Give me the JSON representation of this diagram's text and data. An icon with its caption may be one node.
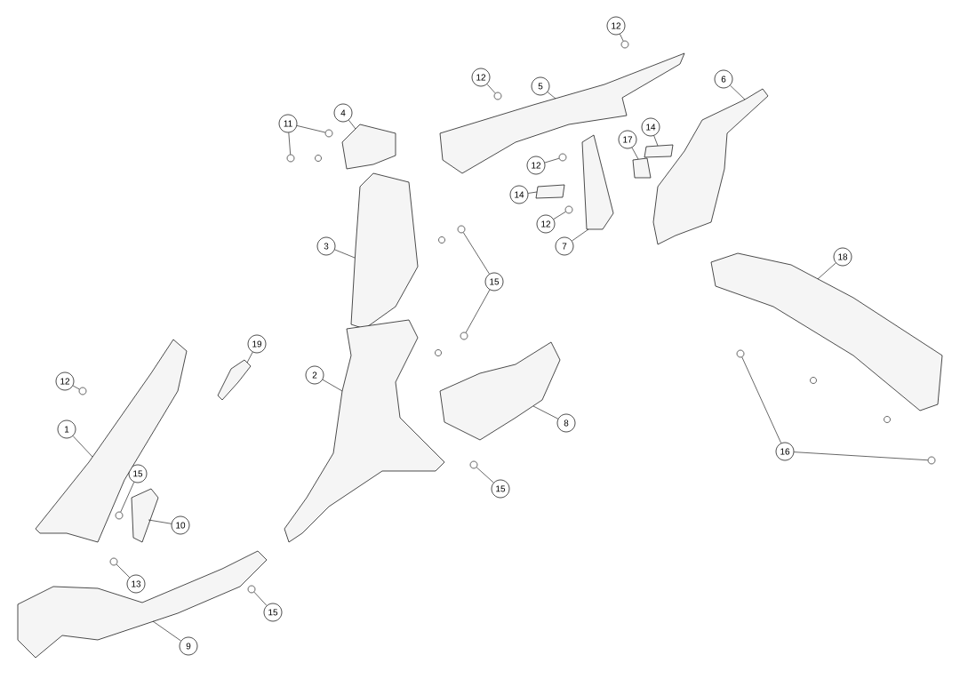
{
  "diagram": {
    "nodes": [
      {
        "text": [
          "12"
        ]
      },
      {
        "text": [
          "5"
        ]
      },
      {
        "text": [
          "12"
        ]
      },
      {
        "text": [
          "6"
        ]
      },
      {
        "text": [
          "4"
        ]
      },
      {
        "text": [
          "11"
        ]
      },
      {
        "text": [
          "14"
        ]
      },
      {
        "text": [
          "17"
        ]
      },
      {
        "text": [
          "12"
        ]
      },
      {
        "text": [
          "14"
        ]
      },
      {
        "text": [
          "12"
        ]
      },
      {
        "text": [
          "7"
        ]
      },
      {
        "text": [
          "3"
        ]
      },
      {
        "text": [
          "15"
        ]
      },
      {
        "text": [
          "18"
        ]
      },
      {
        "text": [
          "19"
        ]
      },
      {
        "text": [
          "12"
        ]
      },
      {
        "text": [
          "2"
        ]
      },
      {
        "text": [
          "8"
        ]
      },
      {
        "text": [
          "1"
        ]
      },
      {
        "text": [
          "16"
        ]
      },
      {
        "text": [
          "15"
        ]
      },
      {
        "text": [
          "15"
        ]
      },
      {
        "text": [
          "10"
        ]
      },
      {
        "text": [
          "13"
        ]
      },
      {
        "text": [
          "15"
        ]
      },
      {
        "text": [
          "9"
        ]
      },
      {
        "text": [],
        "shape": "circle"
      },
      {
        "text": [],
        "shape": "picture"
      },
      {
        "text": [],
        "shape": "circle"
      },
      {
        "text": [],
        "shape": "picture"
      },
      {
        "text": [],
        "shape": "picture"
      },
      {
        "text": [],
        "shape": "circle"
      },
      {
        "text": [],
        "shape": "circle"
      },
      {
        "text": [],
        "shape": "box"
      },
      {
        "text": [],
        "shape": "box"
      },
      {
        "text": [],
        "shape": "circle"
      },
      {
        "text": [],
        "shape": "box"
      },
      {
        "text": [],
        "shape": "circle"
      },
      {
        "text": [],
        "shape": "picture"
      },
      {
        "text": [],
        "shape": "picture"
      },
      {
        "text": [],
        "shape": "circle"
      },
      {
        "text": [],
        "shape": "circle"
      },
      {
        "text": [],
        "shape": "picture"
      },
      {
        "text": [],
        "shape": "circle"
      },
      {
        "text": [],
        "shape": "circle"
      },
      {
        "text": [],
        "shape": "picture"
      },
      {
        "text": [],
        "shape": "circle"
      },
      {
        "text": [],
        "shape": "picture"
      },
      {
        "text": [],
        "shape": "picture"
      },
      {
        "text": [],
        "shape": "picture"
      },
      {
        "text": [],
        "shape": "circle"
      },
      {
        "text": [],
        "shape": "picture"
      },
      {
        "text": [],
        "shape": "circle"
      },
      {
        "text": [],
        "shape": "circle"
      },
      {
        "text": [],
        "shape": "circle"
      },
      {
        "text": [],
        "shape": "picture"
      }
    ],
    "edges": [
      {
        "from": 0,
        "to": 27,
        "arrow": "none"
      },
      {
        "from": 1,
        "to": 28,
        "arrow": "none"
      },
      {
        "from": 2,
        "to": 29,
        "arrow": "none"
      },
      {
        "from": 3,
        "to": 30,
        "arrow": "none"
      },
      {
        "from": 4,
        "to": 31,
        "arrow": "none"
      },
      {
        "from": 5,
        "to": 32,
        "arrow": "none"
      },
      {
        "from": 5,
        "to": 33,
        "arrow": "none"
      },
      {
        "from": 6,
        "to": 34,
        "arrow": "none"
      },
      {
        "from": 7,
        "to": 35,
        "arrow": "none"
      },
      {
        "from": 8,
        "to": 36,
        "arrow": "none"
      },
      {
        "from": 9,
        "to": 37,
        "arrow": "none"
      },
      {
        "from": 10,
        "to": 38,
        "arrow": "none"
      },
      {
        "from": 11,
        "to": 39,
        "arrow": "none"
      },
      {
        "from": 12,
        "to": 40,
        "arrow": "none"
      },
      {
        "from": 13,
        "to": 41,
        "arrow": "none"
      },
      {
        "from": 13,
        "to": 42,
        "arrow": "none"
      },
      {
        "from": 14,
        "to": 43,
        "arrow": "none"
      },
      {
        "from": 15,
        "to": 46,
        "arrow": "none"
      },
      {
        "from": 16,
        "to": 47,
        "arrow": "none"
      },
      {
        "from": 17,
        "to": 48,
        "arrow": "none"
      },
      {
        "from": 18,
        "to": 49,
        "arrow": "none"
      },
      {
        "from": 19,
        "to": 50,
        "arrow": "none"
      },
      {
        "from": 20,
        "to": 44,
        "arrow": "none"
      },
      {
        "from": 20,
        "to": 45,
        "arrow": "none"
      },
      {
        "from": 21,
        "to": 51,
        "arrow": "none"
      },
      {
        "from": 22,
        "to": 53,
        "arrow": "none"
      },
      {
        "from": 23,
        "to": 52,
        "arrow": "none"
      },
      {
        "from": 24,
        "to": 54,
        "arrow": "none"
      },
      {
        "from": 25,
        "to": 55,
        "arrow": "none"
      },
      {
        "from": 26,
        "to": 56,
        "arrow": "none"
      }
    ]
  }
}
